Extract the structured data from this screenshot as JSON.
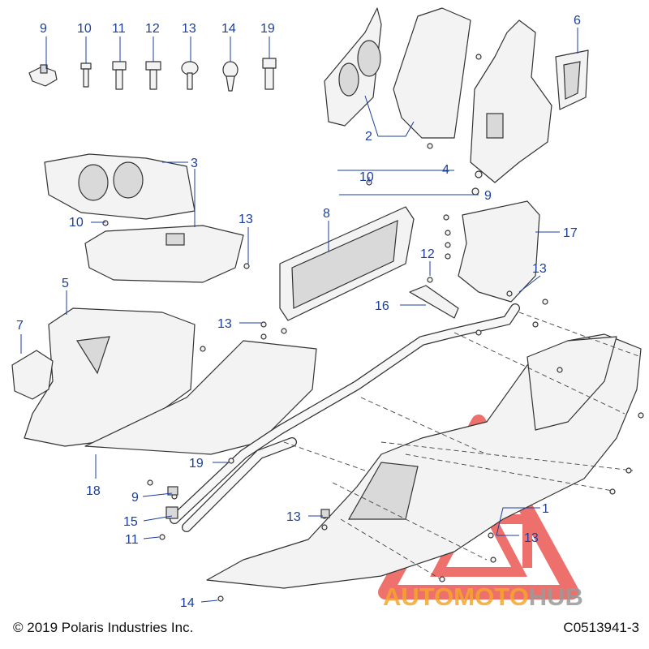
{
  "diagram": {
    "callouts": [
      {
        "id": "c9a",
        "label": "9"
      },
      {
        "id": "c10a",
        "label": "10"
      },
      {
        "id": "c11a",
        "label": "11"
      },
      {
        "id": "c12a",
        "label": "12"
      },
      {
        "id": "c13a",
        "label": "13"
      },
      {
        "id": "c14a",
        "label": "14"
      },
      {
        "id": "c19a",
        "label": "19"
      },
      {
        "id": "c6",
        "label": "6"
      },
      {
        "id": "c2",
        "label": "2"
      },
      {
        "id": "c4",
        "label": "4"
      },
      {
        "id": "c9b",
        "label": "9"
      },
      {
        "id": "c3",
        "label": "3"
      },
      {
        "id": "c10b",
        "label": "10"
      },
      {
        "id": "c10c",
        "label": "10"
      },
      {
        "id": "c13b",
        "label": "13"
      },
      {
        "id": "c8",
        "label": "8"
      },
      {
        "id": "c17",
        "label": "17"
      },
      {
        "id": "c12b",
        "label": "12"
      },
      {
        "id": "c13c",
        "label": "13"
      },
      {
        "id": "c16",
        "label": "16"
      },
      {
        "id": "c5",
        "label": "5"
      },
      {
        "id": "c7",
        "label": "7"
      },
      {
        "id": "c13d",
        "label": "13"
      },
      {
        "id": "c19b",
        "label": "19"
      },
      {
        "id": "c18",
        "label": "18"
      },
      {
        "id": "c9c",
        "label": "9"
      },
      {
        "id": "c15",
        "label": "15"
      },
      {
        "id": "c11b",
        "label": "11"
      },
      {
        "id": "c13e",
        "label": "13"
      },
      {
        "id": "c1",
        "label": "1"
      },
      {
        "id": "c13f",
        "label": "13"
      },
      {
        "id": "c14b",
        "label": "14"
      }
    ]
  },
  "footer": {
    "copyright": "© 2019 Polaris Industries Inc.",
    "code": "C0513941-3"
  },
  "watermark": {
    "part1": "AUTOMOTO",
    "part2": "HUB",
    "colors": {
      "orange": "#f4a72c",
      "gray": "#9a9a9a",
      "red": "#e8413c"
    }
  }
}
